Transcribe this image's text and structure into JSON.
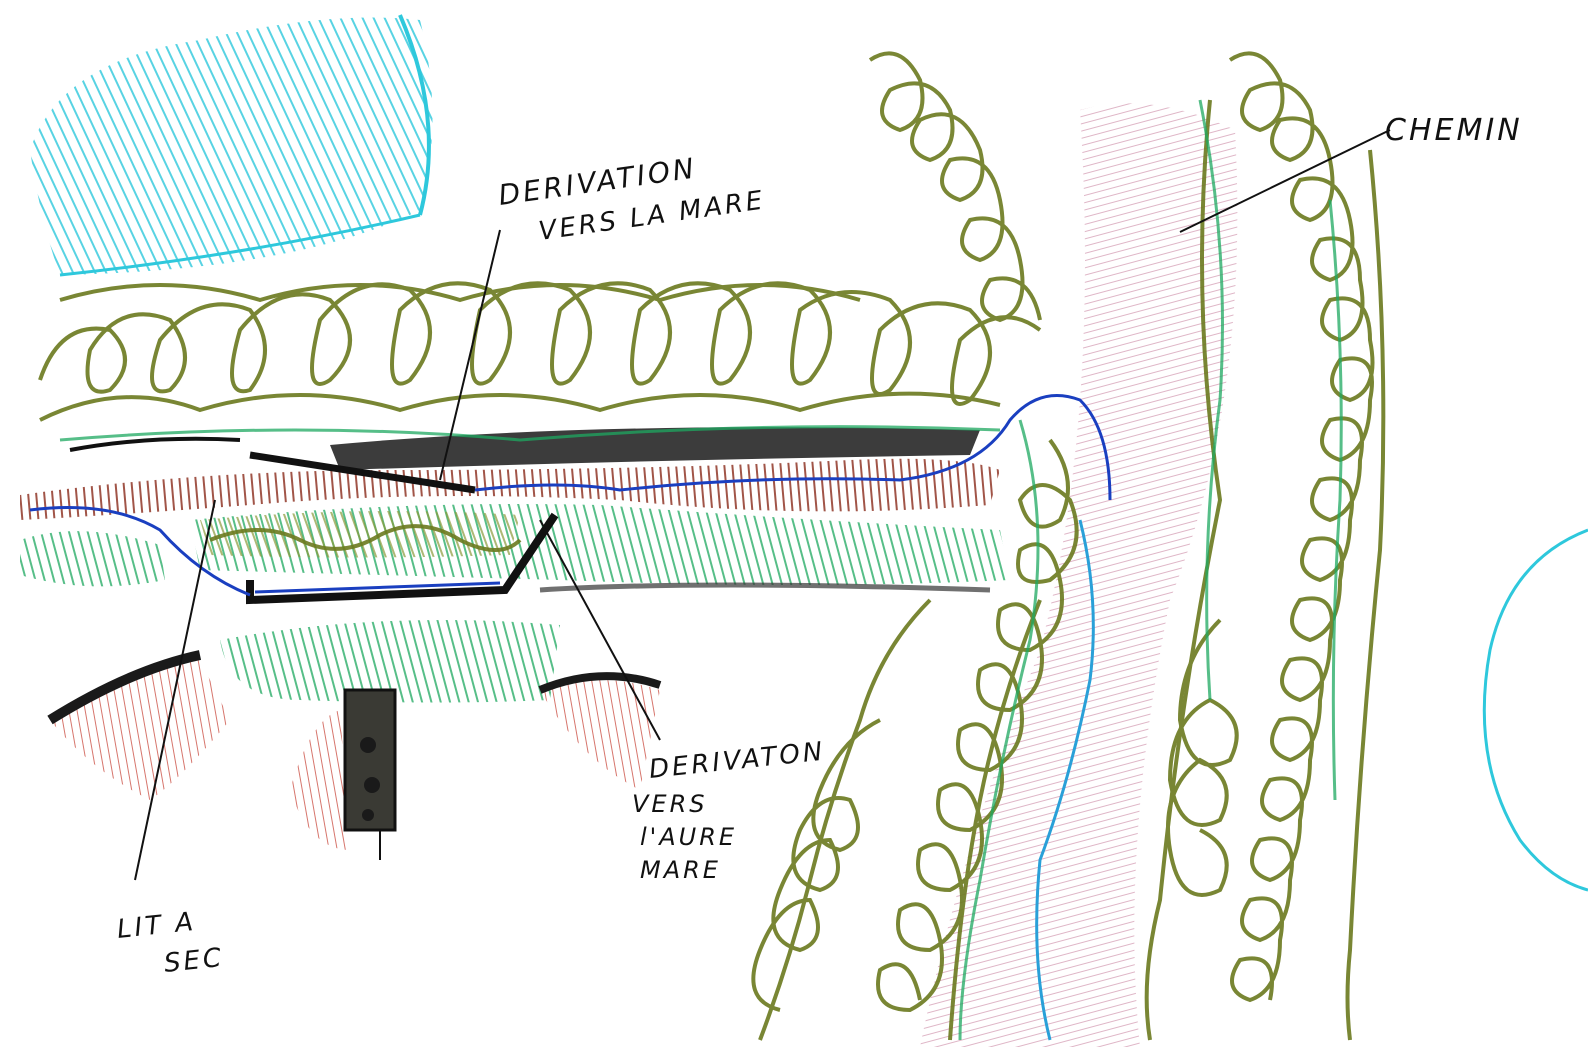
{
  "labels": {
    "derivation_mare_line1": "DERIVATION",
    "derivation_mare_line2": "VERS LA MARE",
    "chemin": "CHEMIN",
    "derivation_autre_line1": "DERIVATON",
    "derivation_autre_line2": "VERS",
    "derivation_autre_line3": "l'AURE",
    "derivation_autre_line4": "MARE",
    "lit_line1": "LIT A",
    "lit_line2": "SEC"
  },
  "colors": {
    "vegetation": "#6b7a1f",
    "meadow_green": "#1ea860",
    "water_cyan": "#2ec8dc",
    "stream_blue": "#1a3fc0",
    "riverbed_brown": "#8a2a1a",
    "path_pink": "#c47a98",
    "bank_black": "#1a1a1a",
    "embankment_red": "#c8473a"
  }
}
